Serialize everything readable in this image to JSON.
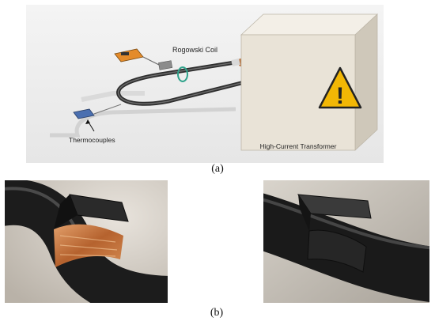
{
  "diagram": {
    "labels": {
      "rogowski": "Rogowski Coil",
      "thermocouples": "Thermocouples",
      "transformer": "High-Current Transformer"
    },
    "warning_symbol": "!"
  },
  "captions": {
    "a": "(a)",
    "b": "(b)"
  },
  "colors": {
    "cable": "#2e2e2e",
    "box_front": "#e9e3d7",
    "box_top": "#f3efe7",
    "box_side": "#cfc8ba",
    "warning": "#f2b705",
    "coil": "#2fa38b",
    "copper": "#c0703c"
  }
}
